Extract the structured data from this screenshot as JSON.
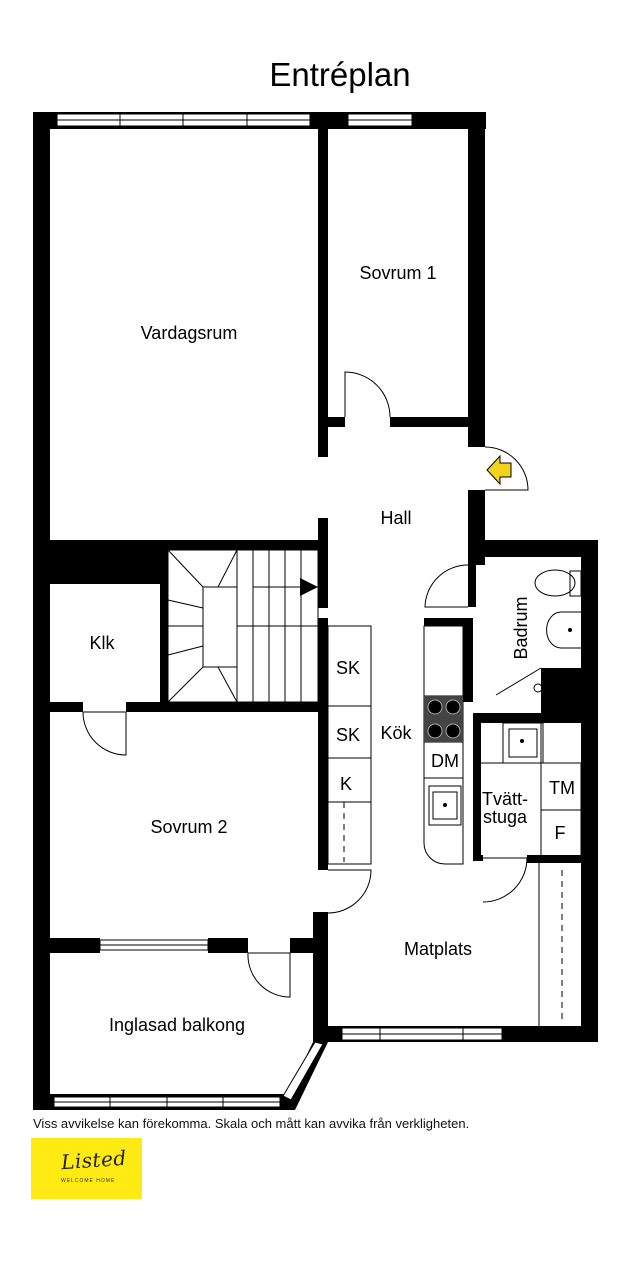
{
  "plan": {
    "title": "Entréplan",
    "rooms": {
      "vardagsrum": "Vardagsrum",
      "sovrum1": "Sovrum 1",
      "hall": "Hall",
      "badrum": "Badrum",
      "klk": "Klk",
      "sk1": "SK",
      "sk2": "SK",
      "k": "K",
      "kok": "Kök",
      "dm": "DM",
      "tvatt1": "Tvätt-",
      "tvatt2": "stuga",
      "tm": "TM",
      "f": "F",
      "sovrum2": "Sovrum 2",
      "matplats": "Matplats",
      "balkong": "Inglasad balkong"
    },
    "entrance_color": "#F2D21B",
    "wall_color": "#000000"
  },
  "disclaimer": "Viss avvikelse kan förekomma. Skala och mått kan avvika från verkligheten.",
  "logo": {
    "word": "Listed",
    "tagline": "WELCOME HOME",
    "background": "#FFEB13"
  }
}
